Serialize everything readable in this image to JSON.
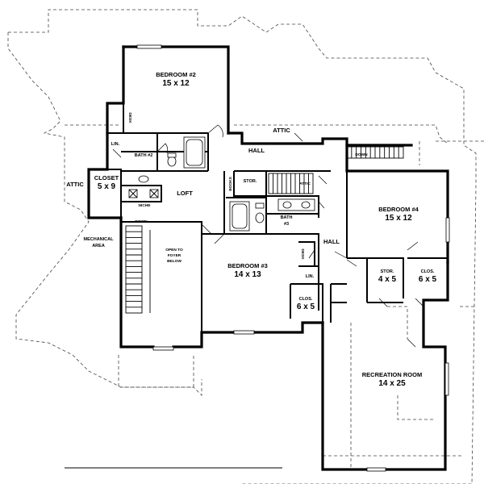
{
  "rooms": {
    "bedroom2": {
      "name": "BEDROOM #2",
      "size": "15 x 12"
    },
    "bedroom3": {
      "name": "BEDROOM #3",
      "size": "14 x 13"
    },
    "bedroom4": {
      "name": "BEDROOM #4",
      "size": "15 x 12"
    },
    "recreation": {
      "name": "RECREATION ROOM",
      "size": "14 x 25"
    },
    "closet": {
      "name": "CLOSET",
      "size": "5 x 9"
    },
    "stor_small": {
      "name": "STOR.",
      "size": "4 x 5"
    },
    "clos_b4": {
      "name": "CLOS.",
      "size": "6 x 5"
    },
    "clos_b3": {
      "name": "CLOS.",
      "size": "6 x 5"
    },
    "bath2": {
      "name": "BATH #2"
    },
    "bath3": {
      "name": "BATH",
      "num": "#3"
    },
    "loft": {
      "name": "LOFT"
    },
    "mechanical": {
      "line1": "MECHANICAL",
      "line2": "AREA"
    },
    "open_foyer": {
      "line1": "OPEN TO",
      "line2": "FOYER",
      "line3": "BELOW"
    }
  },
  "labels": {
    "attic_top": "ATTIC",
    "attic_left": "ATTIC",
    "attic_stair": "ATTIC",
    "hall_top": "HALL",
    "hall_right": "HALL",
    "lin_top": "LIN.",
    "lin_lower": "LIN.",
    "stor_hall": "STOR.",
    "desk_b2": "DESK",
    "desk_b3": "DESK",
    "books": "BOOKS",
    "niche": "NICHE",
    "down_main": "DOWN",
    "down_rear": "DOWN"
  }
}
